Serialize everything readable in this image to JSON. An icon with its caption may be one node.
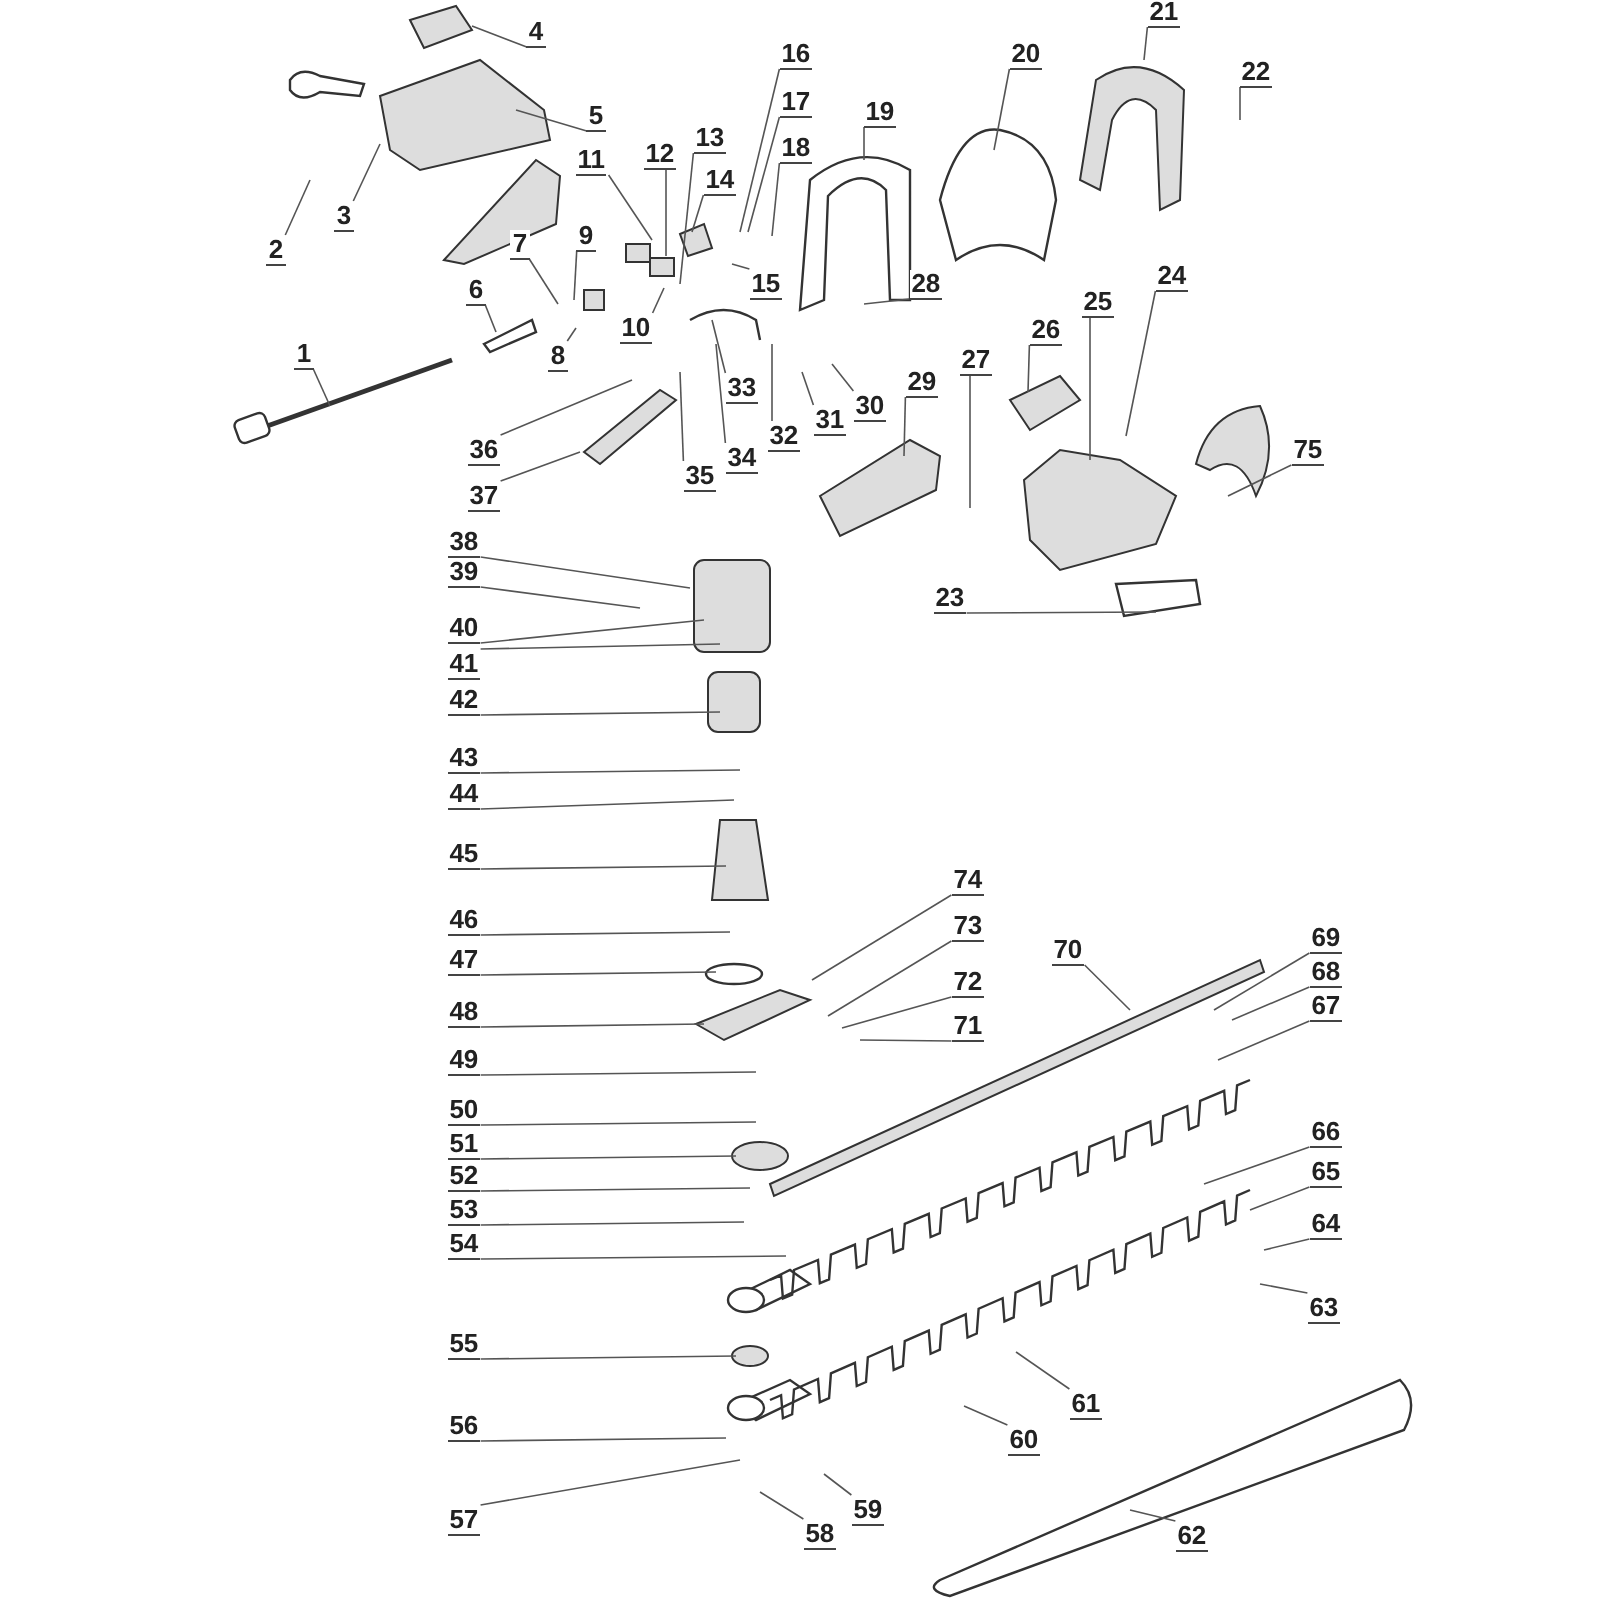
{
  "diagram": {
    "nodes": [
      {
        "text": [
          "1"
        ]
      },
      {
        "text": [
          "2"
        ]
      },
      {
        "text": [
          "3"
        ]
      },
      {
        "text": [
          "4"
        ]
      },
      {
        "text": [
          "5"
        ]
      },
      {
        "text": [
          "6"
        ]
      },
      {
        "text": [
          "7"
        ]
      },
      {
        "text": [
          "8"
        ]
      },
      {
        "text": [
          "9"
        ]
      },
      {
        "text": [
          "10"
        ]
      },
      {
        "text": [
          "11"
        ]
      },
      {
        "text": [
          "12"
        ]
      },
      {
        "text": [
          "13"
        ]
      },
      {
        "text": [
          "14"
        ]
      },
      {
        "text": [
          "15"
        ]
      },
      {
        "text": [
          "16"
        ]
      },
      {
        "text": [
          "17"
        ]
      },
      {
        "text": [
          "18"
        ]
      },
      {
        "text": [
          "19"
        ]
      },
      {
        "text": [
          "20"
        ]
      },
      {
        "text": [
          "21"
        ]
      },
      {
        "text": [
          "22"
        ]
      },
      {
        "text": [
          "23"
        ]
      },
      {
        "text": [
          "24"
        ]
      },
      {
        "text": [
          "25"
        ]
      },
      {
        "text": [
          "26"
        ]
      },
      {
        "text": [
          "27"
        ]
      },
      {
        "text": [
          "28"
        ]
      },
      {
        "text": [
          "29"
        ]
      },
      {
        "text": [
          "30"
        ]
      },
      {
        "text": [
          "31"
        ]
      },
      {
        "text": [
          "32"
        ]
      },
      {
        "text": [
          "33"
        ]
      },
      {
        "text": [
          "34"
        ]
      },
      {
        "text": [
          "35"
        ]
      },
      {
        "text": [
          "36"
        ]
      },
      {
        "text": [
          "37"
        ]
      },
      {
        "text": [
          "38"
        ]
      },
      {
        "text": [
          "39"
        ]
      },
      {
        "text": [
          "40"
        ]
      },
      {
        "text": [
          "41"
        ]
      },
      {
        "text": [
          "42"
        ]
      },
      {
        "text": [
          "43"
        ]
      },
      {
        "text": [
          "44"
        ]
      },
      {
        "text": [
          "45"
        ]
      },
      {
        "text": [
          "46"
        ]
      },
      {
        "text": [
          "47"
        ]
      },
      {
        "text": [
          "48"
        ]
      },
      {
        "text": [
          "49"
        ]
      },
      {
        "text": [
          "50"
        ]
      },
      {
        "text": [
          "51"
        ]
      },
      {
        "text": [
          "52"
        ]
      },
      {
        "text": [
          "53"
        ]
      },
      {
        "text": [
          "54"
        ]
      },
      {
        "text": [
          "55"
        ]
      },
      {
        "text": [
          "56"
        ]
      },
      {
        "text": [
          "57"
        ]
      },
      {
        "text": [
          "58"
        ]
      },
      {
        "text": [
          "59"
        ]
      },
      {
        "text": [
          "60"
        ]
      },
      {
        "text": [
          "61"
        ]
      },
      {
        "text": [
          "62"
        ]
      },
      {
        "text": [
          "63"
        ]
      },
      {
        "text": [
          "64"
        ]
      },
      {
        "text": [
          "65"
        ]
      },
      {
        "text": [
          "66"
        ]
      },
      {
        "text": [
          "67"
        ]
      },
      {
        "text": [
          "68"
        ]
      },
      {
        "text": [
          "69"
        ]
      },
      {
        "text": [
          "70"
        ]
      },
      {
        "text": [
          "71"
        ]
      },
      {
        "text": [
          "72"
        ]
      },
      {
        "text": [
          "73"
        ]
      },
      {
        "text": [
          "74"
        ]
      },
      {
        "text": [
          "75"
        ]
      }
    ],
    "edges": [
      {
        "from": 0,
        "to": null,
        "arrow": "none"
      },
      {
        "from": 1,
        "to": null,
        "arrow": "none"
      },
      {
        "from": 2,
        "to": null,
        "arrow": "none"
      },
      {
        "from": 3,
        "to": null,
        "arrow": "none"
      },
      {
        "from": 4,
        "to": null,
        "arrow": "none"
      },
      {
        "from": 5,
        "to": null,
        "arrow": "none"
      },
      {
        "from": 6,
        "to": null,
        "arrow": "none"
      },
      {
        "from": 7,
        "to": null,
        "arrow": "none"
      },
      {
        "from": 8,
        "to": null,
        "arrow": "none"
      },
      {
        "from": 9,
        "to": null,
        "arrow": "none"
      },
      {
        "from": 10,
        "to": null,
        "arrow": "none"
      },
      {
        "from": 11,
        "to": null,
        "arrow": "none"
      },
      {
        "from": 12,
        "to": null,
        "arrow": "none"
      },
      {
        "from": 13,
        "to": null,
        "arrow": "none"
      },
      {
        "from": 14,
        "to": null,
        "arrow": "none"
      },
      {
        "from": 15,
        "to": null,
        "arrow": "none"
      },
      {
        "from": 16,
        "to": null,
        "arrow": "none"
      },
      {
        "from": 17,
        "to": null,
        "arrow": "none"
      },
      {
        "from": 18,
        "to": null,
        "arrow": "none"
      },
      {
        "from": 19,
        "to": null,
        "arrow": "none"
      },
      {
        "from": 20,
        "to": null,
        "arrow": "none"
      },
      {
        "from": 21,
        "to": null,
        "arrow": "none"
      },
      {
        "from": 22,
        "to": null,
        "arrow": "none"
      },
      {
        "from": 23,
        "to": null,
        "arrow": "none"
      },
      {
        "from": 24,
        "to": null,
        "arrow": "none"
      },
      {
        "from": 25,
        "to": null,
        "arrow": "none"
      },
      {
        "from": 26,
        "to": null,
        "arrow": "none"
      },
      {
        "from": 27,
        "to": null,
        "arrow": "none"
      },
      {
        "from": 28,
        "to": null,
        "arrow": "none"
      },
      {
        "from": 29,
        "to": null,
        "arrow": "none"
      },
      {
        "from": 30,
        "to": null,
        "arrow": "none"
      },
      {
        "from": 31,
        "to": null,
        "arrow": "none"
      },
      {
        "from": 32,
        "to": null,
        "arrow": "none"
      },
      {
        "from": 33,
        "to": null,
        "arrow": "none"
      },
      {
        "from": 34,
        "to": null,
        "arrow": "none"
      },
      {
        "from": 35,
        "to": null,
        "arrow": "none"
      },
      {
        "from": 36,
        "to": null,
        "arrow": "none"
      },
      {
        "from": 37,
        "to": null,
        "arrow": "none"
      },
      {
        "from": 38,
        "to": null,
        "arrow": "none"
      },
      {
        "from": 39,
        "to": null,
        "arrow": "none"
      },
      {
        "from": 40,
        "to": null,
        "arrow": "none"
      },
      {
        "from": 41,
        "to": null,
        "arrow": "none"
      },
      {
        "from": 42,
        "to": null,
        "arrow": "none"
      },
      {
        "from": 43,
        "to": null,
        "arrow": "none"
      },
      {
        "from": 44,
        "to": null,
        "arrow": "none"
      },
      {
        "from": 45,
        "to": null,
        "arrow": "none"
      },
      {
        "from": 46,
        "to": null,
        "arrow": "none"
      },
      {
        "from": 47,
        "to": null,
        "arrow": "none"
      },
      {
        "from": 48,
        "to": null,
        "arrow": "none"
      },
      {
        "from": 49,
        "to": null,
        "arrow": "none"
      },
      {
        "from": 50,
        "to": null,
        "arrow": "none"
      },
      {
        "from": 51,
        "to": null,
        "arrow": "none"
      },
      {
        "from": 52,
        "to": null,
        "arrow": "none"
      },
      {
        "from": 53,
        "to": null,
        "arrow": "none"
      },
      {
        "from": 54,
        "to": null,
        "arrow": "none"
      },
      {
        "from": 55,
        "to": null,
        "arrow": "none"
      },
      {
        "from": 56,
        "to": null,
        "arrow": "none"
      },
      {
        "from": 57,
        "to": null,
        "arrow": "none"
      },
      {
        "from": 58,
        "to": null,
        "arrow": "none"
      },
      {
        "from": 59,
        "to": null,
        "arrow": "none"
      },
      {
        "from": 60,
        "to": null,
        "arrow": "none"
      },
      {
        "from": 61,
        "to": null,
        "arrow": "none"
      },
      {
        "from": 62,
        "to": null,
        "arrow": "none"
      },
      {
        "from": 63,
        "to": null,
        "arrow": "none"
      },
      {
        "from": 64,
        "to": null,
        "arrow": "none"
      },
      {
        "from": 65,
        "to": null,
        "arrow": "none"
      },
      {
        "from": 66,
        "to": null,
        "arrow": "none"
      },
      {
        "from": 67,
        "to": null,
        "arrow": "none"
      },
      {
        "from": 68,
        "to": null,
        "arrow": "none"
      },
      {
        "from": 69,
        "to": null,
        "arrow": "none"
      },
      {
        "from": 70,
        "to": null,
        "arrow": "none"
      },
      {
        "from": 71,
        "to": null,
        "arrow": "none"
      },
      {
        "from": 72,
        "to": null,
        "arrow": "none"
      },
      {
        "from": 73,
        "to": null,
        "arrow": "none"
      },
      {
        "from": 74,
        "to": null,
        "arrow": "none"
      }
    ]
  }
}
